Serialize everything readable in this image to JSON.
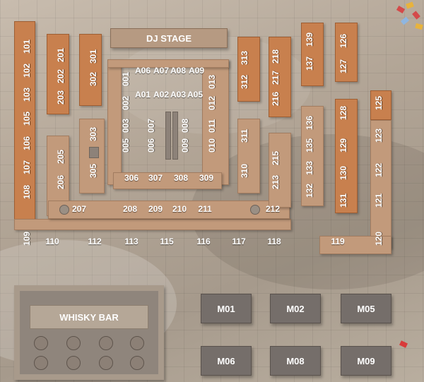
{
  "map": {
    "stage_label": "DJ STAGE",
    "bar_label": "WHISKY BAR",
    "colors": {
      "floor": "#b7aa9c",
      "wall": "#c29a7b",
      "accent_wall": "#c8804e",
      "mezzanine": "#756e6a"
    },
    "booths": [
      "101",
      "102",
      "103",
      "105",
      "106",
      "107",
      "108",
      "109",
      "110",
      "112",
      "113",
      "115",
      "116",
      "117",
      "118",
      "119",
      "120",
      "121",
      "122",
      "123",
      "125",
      "126",
      "127",
      "128",
      "129",
      "130",
      "131",
      "132",
      "133",
      "135",
      "136",
      "137",
      "139",
      "201",
      "202",
      "203",
      "205",
      "206",
      "207",
      "208",
      "209",
      "210",
      "211",
      "212",
      "213",
      "215",
      "216",
      "217",
      "218",
      "301",
      "302",
      "303",
      "305",
      "306",
      "307",
      "308",
      "309",
      "310",
      "311",
      "312",
      "313",
      "001",
      "002",
      "003",
      "005",
      "006",
      "007",
      "008",
      "009",
      "010",
      "011",
      "012",
      "013",
      "A01",
      "A02",
      "A03",
      "A05",
      "A06",
      "A07",
      "A08",
      "A09"
    ],
    "mezzanine": [
      "M01",
      "M02",
      "M05",
      "M06",
      "M08",
      "M09"
    ]
  }
}
